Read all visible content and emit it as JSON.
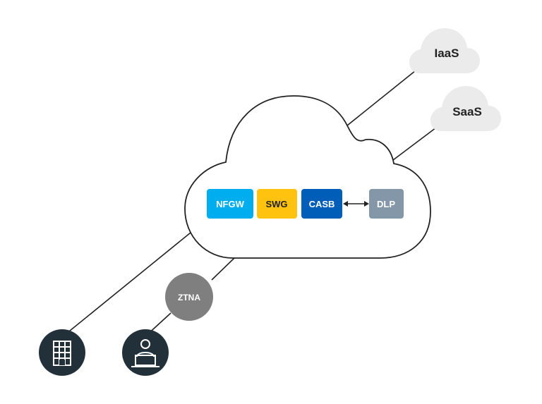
{
  "clouds": {
    "iaas": {
      "label": "IaaS"
    },
    "saas": {
      "label": "SaaS"
    }
  },
  "modules": {
    "nfgw": {
      "label": "NFGW",
      "color": "#00aeef"
    },
    "swg": {
      "label": "SWG",
      "color": "#ffc20e"
    },
    "casb": {
      "label": "CASB",
      "color": "#005eb8"
    },
    "dlp": {
      "label": "DLP",
      "color": "#8497a8"
    }
  },
  "ztna": {
    "label": "ZTNA",
    "color": "#7f7f7f"
  },
  "icons": {
    "building": "building-icon",
    "user": "user-at-laptop-icon",
    "color": "#22303a"
  }
}
